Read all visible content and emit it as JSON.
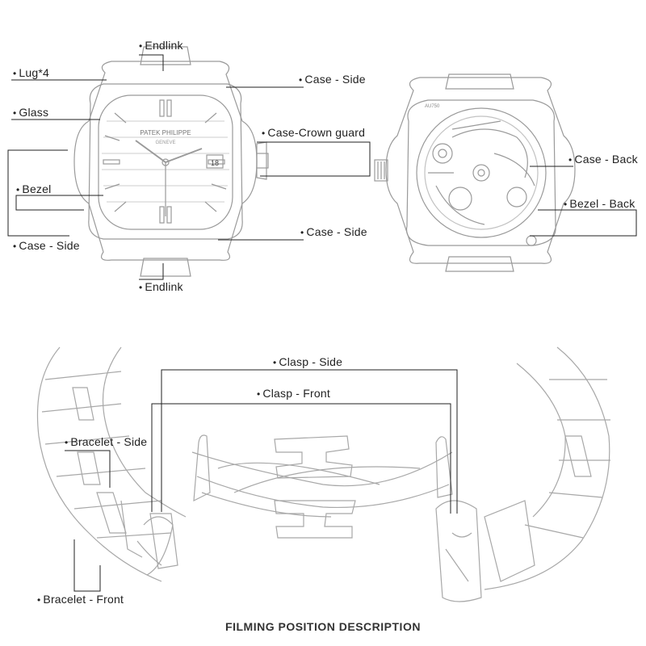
{
  "labels": {
    "endlink_top": "Endlink",
    "lug": "Lug*4",
    "case_side_top": "Case - Side",
    "glass": "Glass",
    "crown_guard": "Case-Crown guard",
    "bezel": "Bezel",
    "case_side_left": "Case - Side",
    "case_side_bottom": "Case - Side",
    "endlink_bottom": "Endlink",
    "case_back": "Case - Back",
    "bezel_back": "Bezel - Back",
    "clasp_side": "Clasp - Side",
    "clasp_front": "Clasp - Front",
    "bracelet_side": "Bracelet - Side",
    "bracelet_front": "Bracelet - Front"
  },
  "dial": {
    "brand": "PATEK PHILIPPE",
    "subtext": "GENEVE",
    "date": "18"
  },
  "case_back": {
    "mark": "AU750"
  },
  "title": "FILMING POSITION DESCRIPTION",
  "colors": {
    "line": "#222222",
    "sketch": "#9a9a9a"
  }
}
